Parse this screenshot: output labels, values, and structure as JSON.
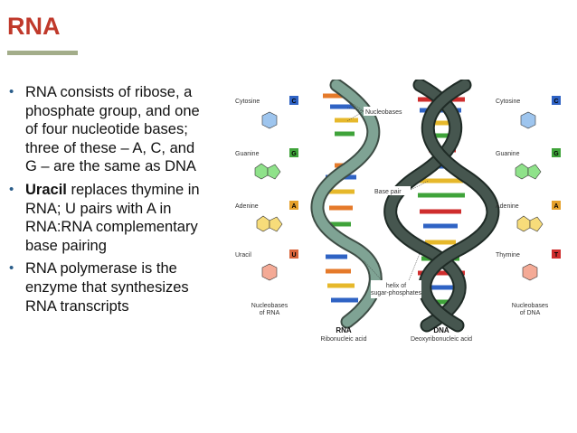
{
  "slide": {
    "title": "RNA"
  },
  "bullets": [
    {
      "text": "RNA consists of ribose, a phosphate group, and one of four nucleotide bases; three of these – A, C, and G – are the same as DNA"
    },
    {
      "bold": "Uracil",
      "text": " replaces thymine in RNA; U pairs with A in RNA:RNA complementary base pairing"
    },
    {
      "text": "RNA polymerase is the enzyme that synthesizes RNA transcripts"
    }
  ],
  "figure": {
    "left_bases": [
      {
        "name": "Cytosine",
        "letter": "C",
        "color": "#2f63c4"
      },
      {
        "name": "Guanine",
        "letter": "G",
        "color": "#3fa33a"
      },
      {
        "name": "Adenine",
        "letter": "A",
        "color": "#e6a12b"
      },
      {
        "name": "Uracil",
        "letter": "U",
        "color": "#d9653b"
      }
    ],
    "right_bases": [
      {
        "name": "Cytosine",
        "letter": "C",
        "color": "#2f63c4"
      },
      {
        "name": "Guanine",
        "letter": "G",
        "color": "#3fa33a"
      },
      {
        "name": "Adenine",
        "letter": "A",
        "color": "#e6a12b"
      },
      {
        "name": "Thymine",
        "letter": "T",
        "color": "#cf2d2d"
      }
    ],
    "left_caption_1": "Nucleobases",
    "left_caption_2": "of RNA",
    "right_caption_1": "Nucleobases",
    "right_caption_2": "of DNA",
    "callout_nucleobases": "Nucleobases",
    "callout_base_pair": "Base pair",
    "callout_helix_1": "helix of",
    "callout_helix_2": "sugar-phosphates",
    "rna_label": "RNA",
    "rna_sub": "Ribonucleic acid",
    "dna_label": "DNA",
    "dna_sub": "Deoxyribonucleic acid"
  }
}
